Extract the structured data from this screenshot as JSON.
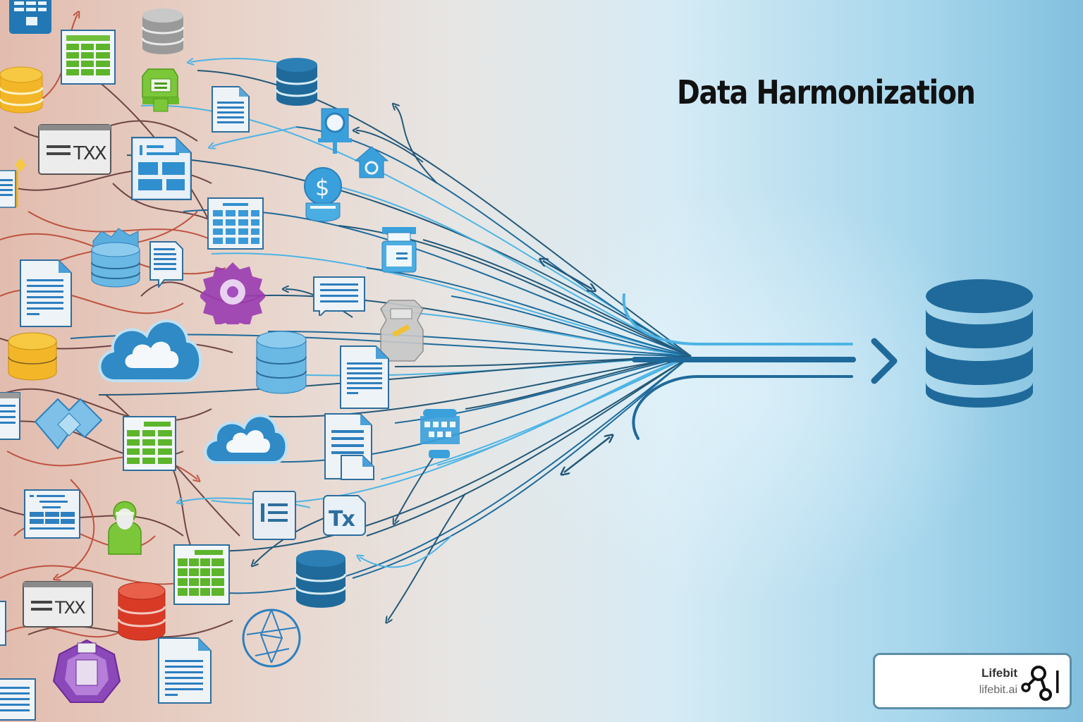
{
  "title": "Data Harmonization",
  "brand": {
    "name": "Lifebit",
    "url": "lifebit.ai"
  },
  "colors": {
    "background_left": "#e2bcae",
    "background_center": "#e7e6e4",
    "background_right": "#82c0de",
    "flow_dark_blue": "#1f6a9a",
    "flow_light_blue": "#4db4e4",
    "chaos_red": "#c0452e",
    "chaos_dark": "#4a2a2e",
    "target_database": "#2270a5",
    "title_text": "#111111"
  },
  "diagram": {
    "source_icons": [
      "table-document-icon",
      "grey-database-icon",
      "green-spreadsheet-icon",
      "yellow-database-icon",
      "green-printer-icon",
      "text-document-icon",
      "blue-database-icon",
      "txx-window-icon",
      "layout-document-icon",
      "lab-equipment-icon",
      "home-icon",
      "dollar-coin-icon",
      "calendar-table-icon",
      "puzzle-database-icon",
      "chat-document-icon",
      "purple-gear-icon",
      "fax-machine-icon",
      "cloud-icon",
      "yellow-database-icon",
      "message-icon",
      "tools-icon",
      "light-blue-database-icon",
      "document-icon",
      "puzzle-icon",
      "green-spreadsheet-icon",
      "cloud-icon",
      "copy-document-icon",
      "robot-icon",
      "form-document-icon",
      "person-icon",
      "list-icon",
      "tx-icon",
      "green-spreadsheet-icon",
      "txx-window-icon",
      "red-database-icon",
      "blue-database-icon",
      "globe-network-icon",
      "purple-hub-icon",
      "document-icon",
      "text-document-icon"
    ],
    "target": "harmonized-database-icon",
    "flow": "converging-arrow"
  }
}
